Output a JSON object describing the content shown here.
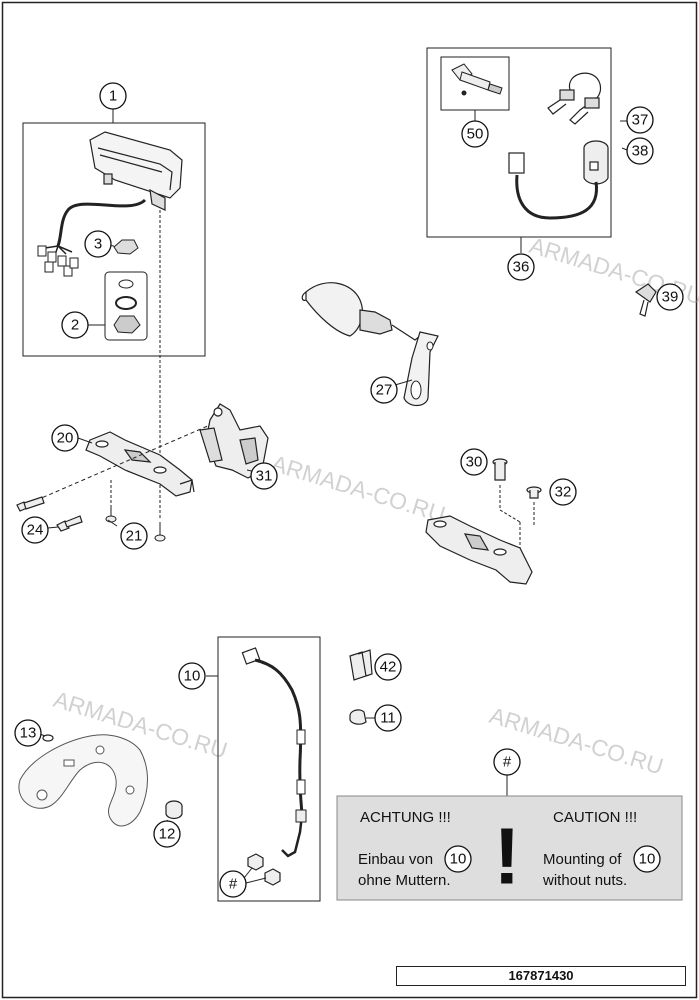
{
  "callouts": {
    "c1": "1",
    "c2": "2",
    "c3": "3",
    "c10": "10",
    "c11": "11",
    "c12": "12",
    "c13": "13",
    "c20": "20",
    "c21": "21",
    "c24": "24",
    "c27": "27",
    "c30": "30",
    "c31": "31",
    "c32": "32",
    "c36": "36",
    "c37": "37",
    "c38": "38",
    "c39": "39",
    "c42": "42",
    "c50": "50",
    "hash": "#",
    "hash2": "#"
  },
  "watermark": "ARMADA-CO.RU",
  "note": {
    "marker": "#",
    "exclamation": "!",
    "de_title": "ACHTUNG !!!",
    "de_line1": "Einbau von",
    "de_line2": "ohne Muttern.",
    "de_ref": "10",
    "en_title": "CAUTION !!!",
    "en_line1": "Mounting of",
    "en_line2": "without nuts.",
    "en_ref": "10"
  },
  "footer": {
    "code": "167871430"
  }
}
